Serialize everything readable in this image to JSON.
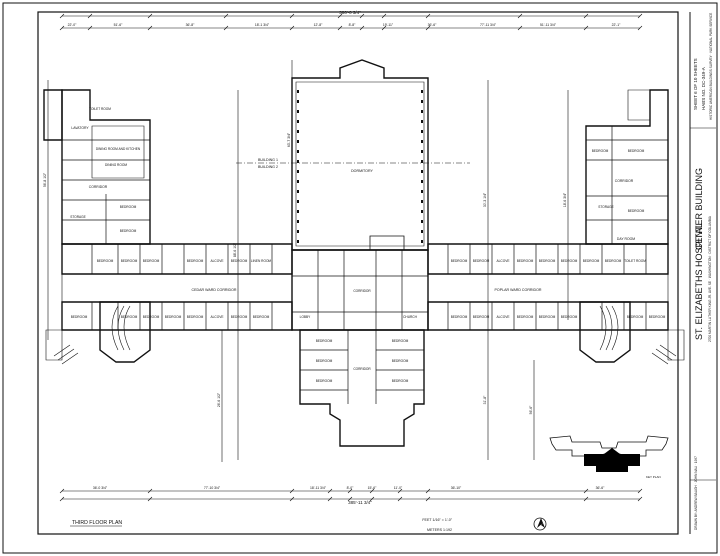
{
  "sheet": {
    "plan_title": "THIRD FLOOR PLAN",
    "title_main": "ST. ELIZABETHS HOSPITAL",
    "title_building": "CENTER BUILDING",
    "title_location": "2700 MARTIN LUTHER KING JR. AVE. SE · WASHINGTON · DISTRICT OF COLUMBIA",
    "sheet_no": "SHEET 6 OF 10 SHEETS",
    "survey_no": "HABS NO. DC-349-A",
    "agency": "HISTORIC AMERICAN BUILDINGS SURVEY · NATIONAL PARK SERVICE",
    "delineator": "DRAWN BY: ANDREW BAUGH · JOHN NAU · 1997",
    "key_label": "KEY PLAN",
    "scale_feet": "FEET  1/16\" = 1'-0\"",
    "scale_meters": "METERS  1:192"
  },
  "dims": {
    "top_overall": "386'-0 3/4\"",
    "top_segments": [
      "22'-0\"",
      "51'-6\"",
      "36'-8\"",
      "18'-1 3/4\"",
      "12'-8\"",
      "8'-8\"",
      "19'-11\"",
      "36'-6\"",
      "77'-11 3/4\"",
      "51'-11 3/4\"",
      "22'-1\""
    ],
    "bottom_overall": "385'-11 3/4\"",
    "bottom_segments": [
      "36'-0 3/4\"",
      "77'-10 3/4\"",
      "18'-11 3/4\"",
      "8'-0\"",
      "15'-6\"",
      "11'-0\"",
      "36'-10\"",
      "36'-6\""
    ],
    "vertical": [
      "56'-8 1/2\"",
      "88'-6 1/2\"",
      "63'-7 3/4\"",
      "26'-6 1/2\"",
      "30'-3 1/4\"",
      "18'-6 3/4\"",
      "31'-8\"",
      "56'-6\""
    ]
  },
  "rooms": {
    "bedroom": "BEDROOM",
    "alcove": "ALCOVE",
    "dayroom": "DAY ROOM",
    "dining": "DINING ROOM",
    "corridor": "CORRIDOR",
    "lavatory": "LAVATORY",
    "storage": "STORAGE",
    "toilet": "TOILET ROOM",
    "linen": "LINEN ROOM",
    "dormitory": "DORMITORY",
    "cedar": "CEDAR WARD CORRIDOR",
    "poplar": "POPLAR WARD CORRIDOR",
    "building1": "BUILDING 1",
    "building2": "BUILDING 2",
    "kitchen": "DINING ROOM AND KITCHEN",
    "church": "CHURCH",
    "lobby": "LOBBY"
  },
  "colors": {
    "ink": "#111111",
    "paper": "#ffffff",
    "fill": "#000000"
  },
  "icons": {
    "north": "north-arrow-icon"
  }
}
